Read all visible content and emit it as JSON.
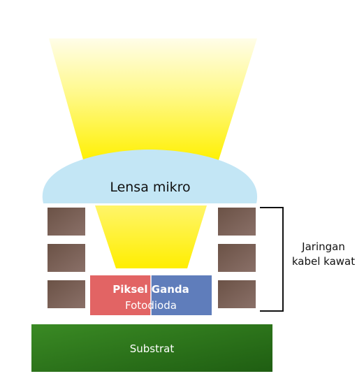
{
  "labels": {
    "micro_lens": "Lensa mikro",
    "dual_pixel": "Piksel Ganda",
    "photodiode": "Fotodioda",
    "substrate": "Substrat",
    "wiring_line1": "Jaringan",
    "wiring_line2": "kabel kawat"
  },
  "colors": {
    "light_cone": "#fffb7a",
    "micro_lens": "#c3e6f5",
    "wiring_block": "#7a6055",
    "photodiode_left": "#e26464",
    "photodiode_right": "#5f7dbb",
    "substrate": "#2f7f1f",
    "bracket": "#111111"
  }
}
